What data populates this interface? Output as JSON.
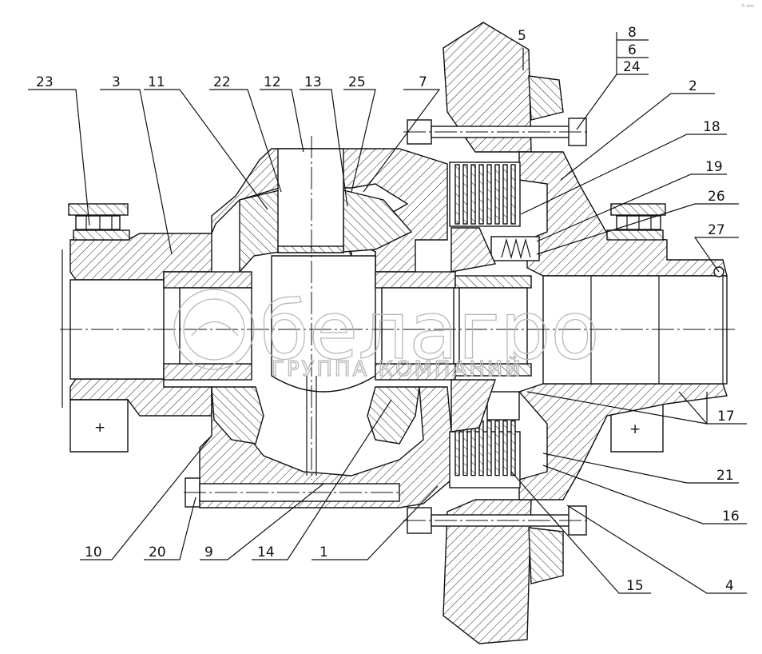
{
  "corner_mark": "© nnn",
  "watermark": {
    "brand": "белагро",
    "subtitle": "ГРУППА КОМПАНИЙ"
  },
  "callouts": {
    "c23": "23",
    "c3": "3",
    "c11": "11",
    "c22": "22",
    "c12": "12",
    "c13": "13",
    "c25": "25",
    "c7": "7",
    "c5": "5",
    "c8": "8",
    "c6": "6",
    "c24": "24",
    "c2": "2",
    "c18": "18",
    "c19": "19",
    "c26": "26",
    "c27": "27",
    "c17": "17",
    "c21": "21",
    "c16": "16",
    "c4": "4",
    "c15": "15",
    "c1": "1",
    "c14": "14",
    "c9": "9",
    "c20": "20",
    "c10": "10"
  },
  "foot_marks": {
    "left": "+",
    "right": "+"
  }
}
